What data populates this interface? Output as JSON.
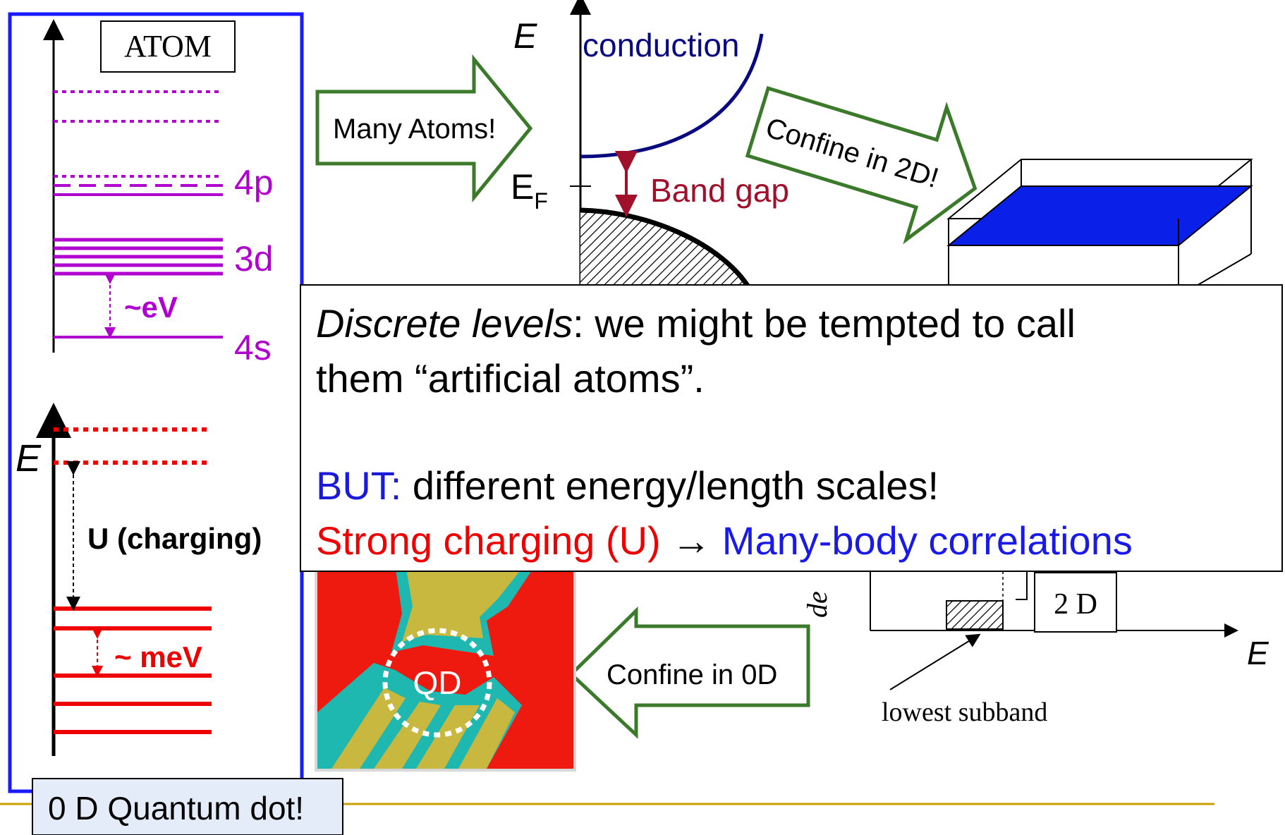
{
  "atom_panel": {
    "box_label": "ATOM",
    "level_4p": "4p",
    "level_3d": "3d",
    "level_4s": "4s",
    "gap_label": "~eV",
    "colors": {
      "frame": "#1a1aff",
      "atom_levels": "#b000d0"
    }
  },
  "dot_panel": {
    "energy_axis": "E",
    "charging_label": "U (charging)",
    "spacing_label": "~ meV",
    "colors": {
      "levels": "#ee0000"
    }
  },
  "arrows": {
    "many_atoms": "Many Atoms!",
    "confine_2d": "Confine in 2D!",
    "confine_0d": "Confine in 0D",
    "outline_color": "#3a7a2a"
  },
  "band_diagram": {
    "energy_axis": "E",
    "conduction_label": "conduction",
    "fermi_label": "E",
    "fermi_subscript": "F",
    "band_gap_label": "Band gap",
    "colors": {
      "conduction": "#0a0a80",
      "band_gap": "#a0102a"
    }
  },
  "dos_plot": {
    "y_label_fragment": "de",
    "dimension_label": "2 D",
    "x_axis": "E",
    "annotation": "lowest subband"
  },
  "qd_image": {
    "label": "QD"
  },
  "callout": {
    "line1_italic": "Discrete levels",
    "line1_rest": ":  we might be tempted to call",
    "line2": "them “artificial atoms”.",
    "line3_blue": "BUT:",
    "line3_rest": " different energy/length scales!",
    "line4_red": "Strong charging (U)",
    "line4_arrow": " → ",
    "line4_blue": "Many-body correlations"
  },
  "footer_box": {
    "label": "0 D Quantum dot!"
  },
  "colors": {
    "footer_rule": "#c8a200",
    "quantum_box_fill": "#0a20e8"
  }
}
